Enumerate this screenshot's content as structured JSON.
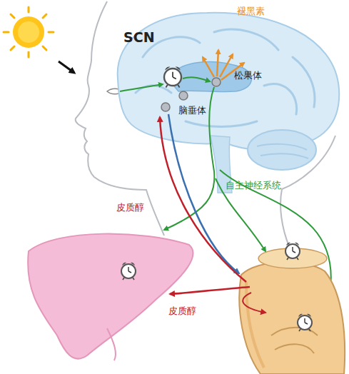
{
  "diagram": {
    "labels": [
      "SCN",
      "褪黑素",
      "松果体",
      "脑垂体",
      "自主神经系统",
      "皮质醇",
      "皮质醇"
    ]
  }
}
